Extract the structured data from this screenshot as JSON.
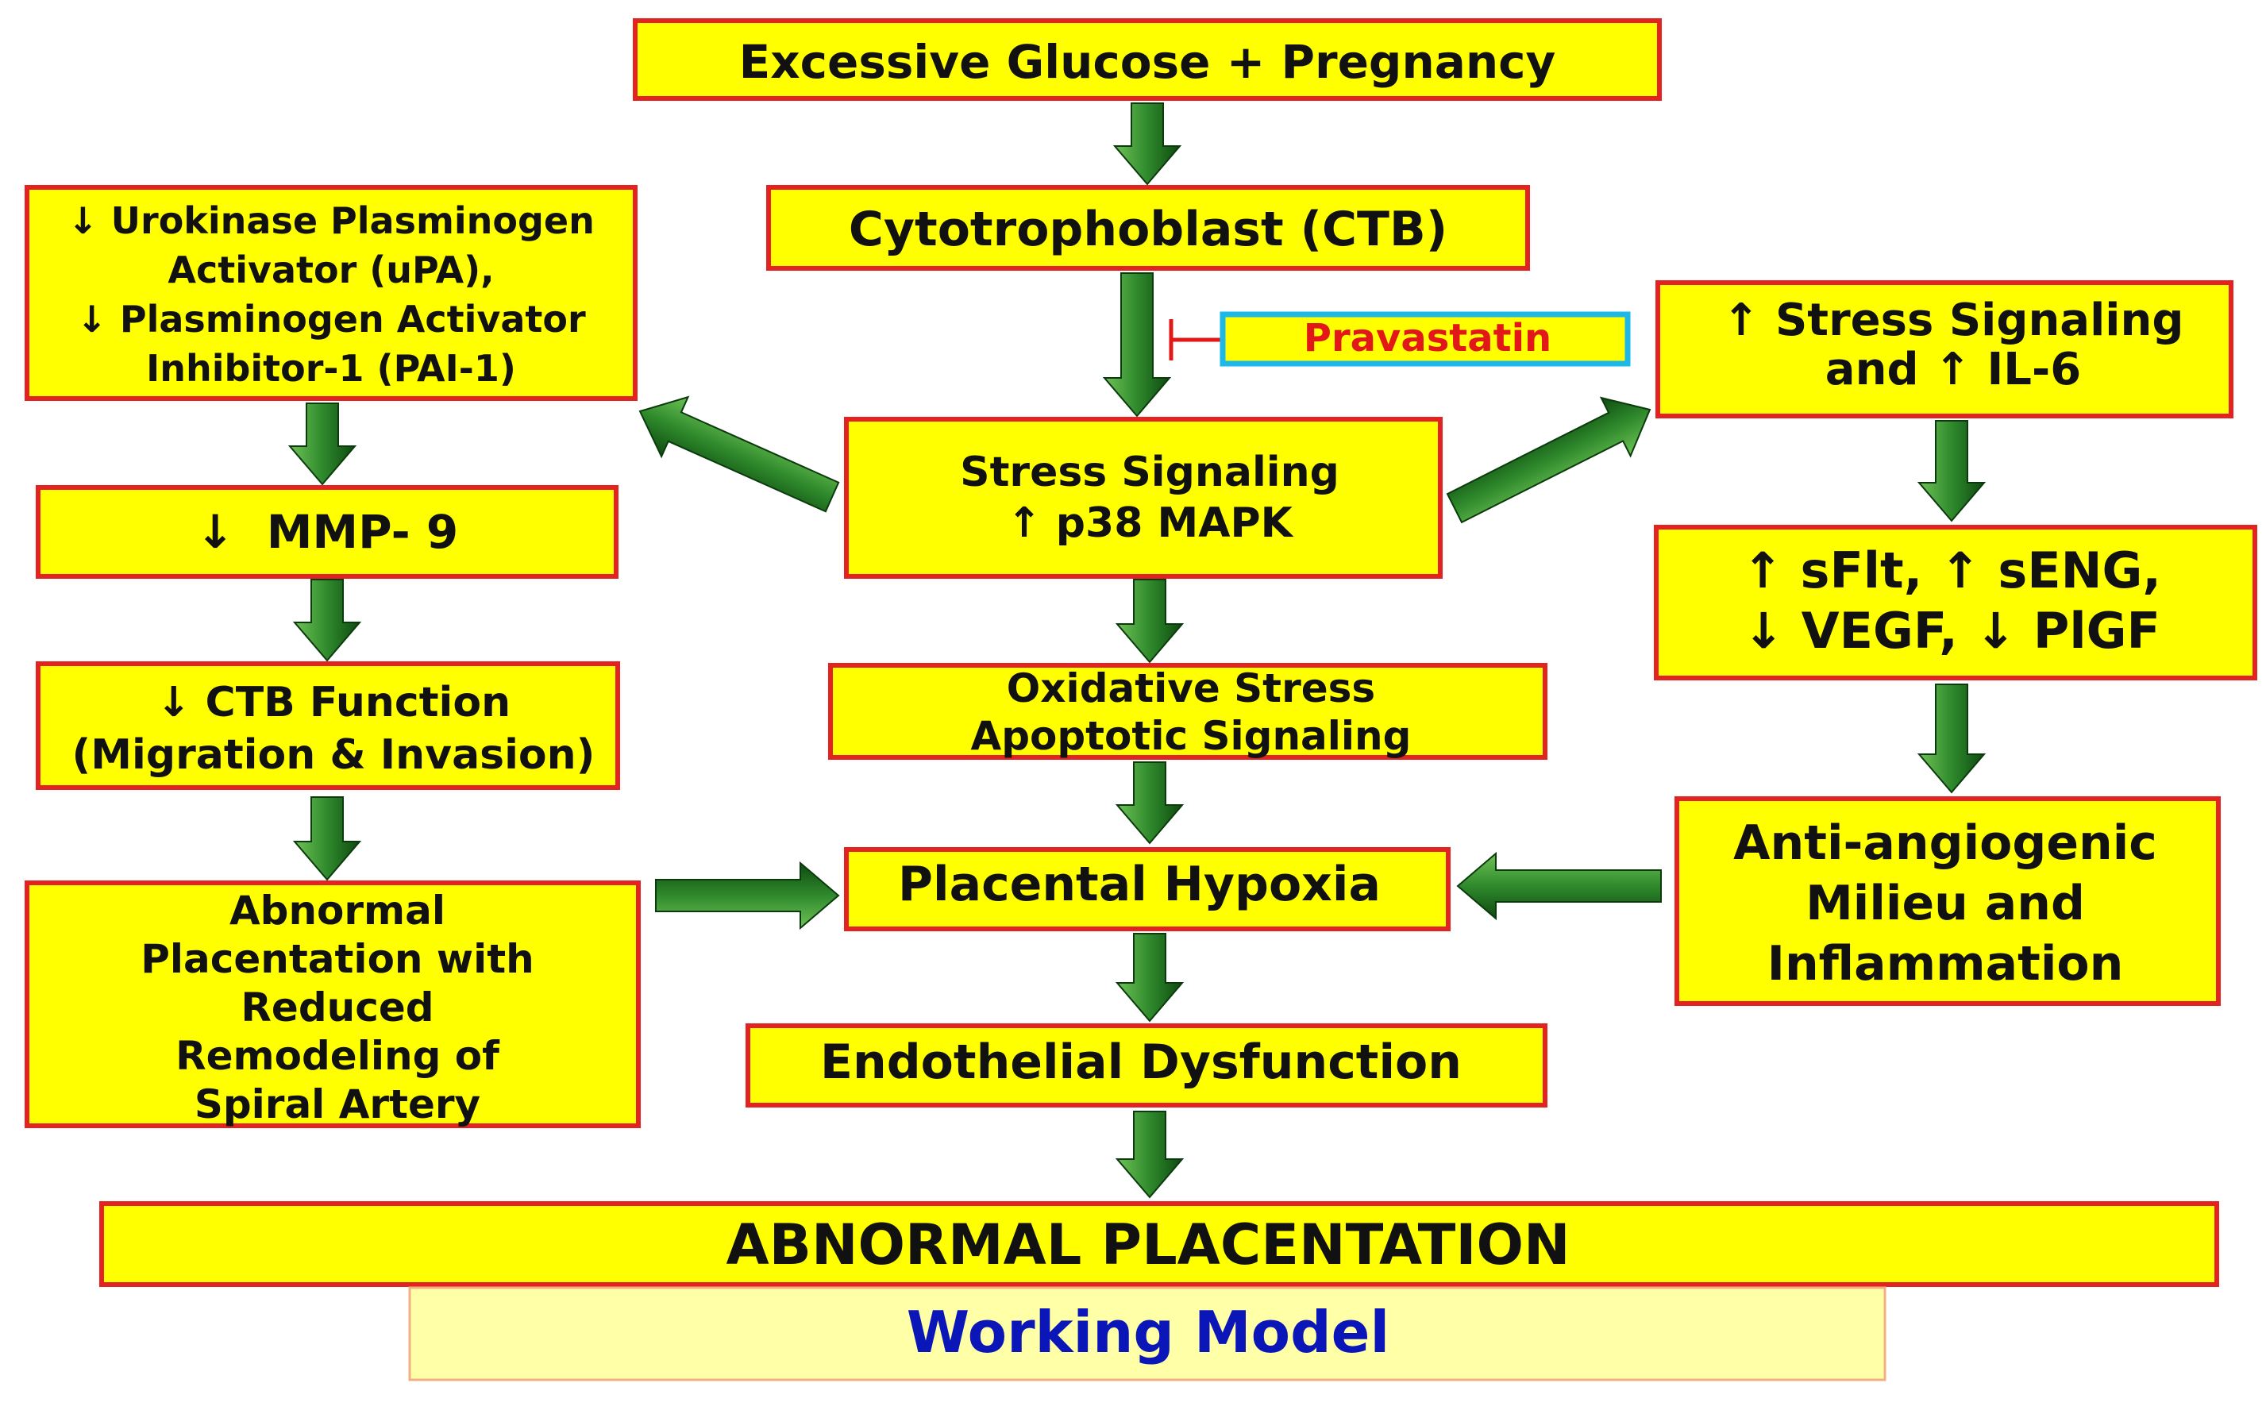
{
  "colors": {
    "box_fill": "#ffff00",
    "box_border": "#e32222",
    "inhibitor_border": "#1cb8e8",
    "inhibitor_text": "#e21818",
    "banner_fill": "#ffffa8",
    "banner_border": "#f0b080",
    "banner_text": "#0b16b8",
    "arrow_dark": "#0e4a10",
    "arrow_light": "#6fc256"
  },
  "nodes": {
    "glucose": {
      "lines": [
        "Excessive Glucose + Pregnancy"
      ]
    },
    "ctb": {
      "lines": [
        "Cytotrophoblast (CTB)"
      ]
    },
    "pravastatin": {
      "lines": [
        "Pravastatin"
      ]
    },
    "stress": {
      "lines": [
        "Stress Signaling",
        "↑ p38 MAPK"
      ]
    },
    "oxidative": {
      "lines": [
        "Oxidative Stress",
        "Apoptotic Signaling"
      ]
    },
    "hypoxia": {
      "lines": [
        "Placental Hypoxia"
      ]
    },
    "endothelial": {
      "lines": [
        "Endothelial Dysfunction"
      ]
    },
    "upa": {
      "lines": [
        "↓ Urokinase Plasminogen",
        "Activator (uPA),",
        "↓ Plasminogen Activator",
        "Inhibitor-1 (PAI-1)"
      ]
    },
    "mmp9": {
      "lines": [
        "↓  MMP- 9"
      ]
    },
    "ctb_function": {
      "lines": [
        "↓ CTB Function",
        "(Migration & Invasion)"
      ]
    },
    "abnormal_left": {
      "lines": [
        "Abnormal",
        "Placentation with",
        "Reduced",
        "Remodeling of",
        "Spiral Artery"
      ]
    },
    "il6": {
      "lines": [
        "↑ Stress Signaling",
        "and ↑ IL-6"
      ]
    },
    "sflt": {
      "lines": [
        "↑ sFlt, ↑ sENG,",
        "↓ VEGF, ↓ PlGF"
      ]
    },
    "anti_angio": {
      "lines": [
        "Anti-angiogenic",
        "Milieu and",
        "Inflammation"
      ]
    },
    "abnormal_main": {
      "lines": [
        "ABNORMAL PLACENTATION"
      ]
    },
    "working_model": {
      "lines": [
        "Working Model"
      ]
    }
  }
}
